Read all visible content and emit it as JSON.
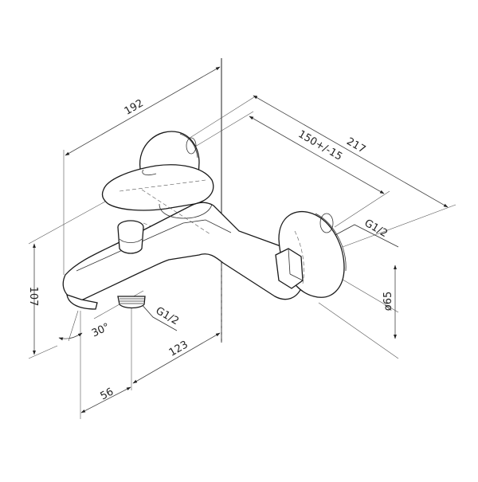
{
  "drawing": {
    "title": "Wall-mounted bath mixer dimensional drawing",
    "colors": {
      "line": "#1a1a1a",
      "dimension": "#444444",
      "background": "#ffffff"
    },
    "dimensions": {
      "width_overall": "192",
      "depth_overall": "217",
      "inlet_centers": "150+/-15",
      "height": "107",
      "spout_to_outlet": "56",
      "outlet_to_wall": "123",
      "rosette_diameter": "ø65",
      "spout_angle": "30°",
      "thread_inlet": "G1/2",
      "thread_outlet": "G1/2"
    }
  }
}
